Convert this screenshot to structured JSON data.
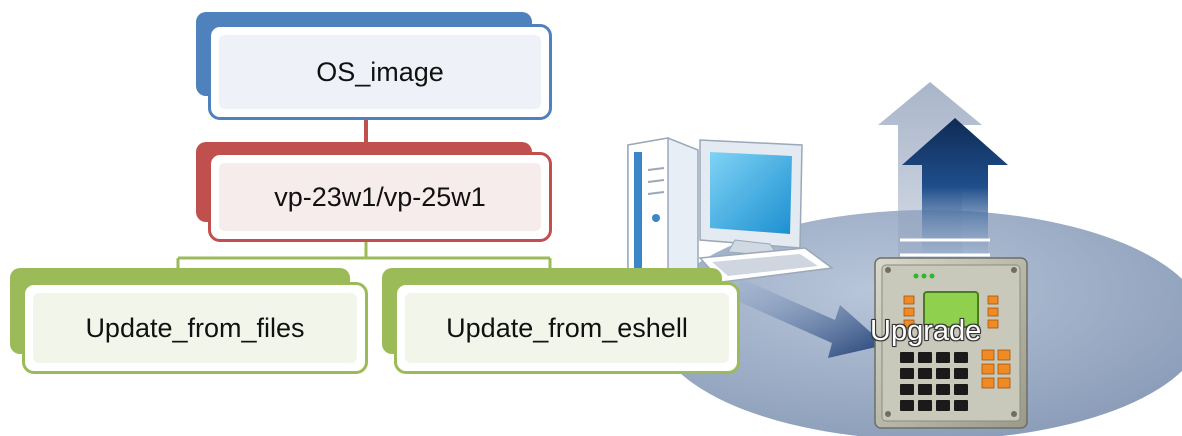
{
  "diagram": {
    "root": {
      "label": "OS_image"
    },
    "model": {
      "label": "vp-23w1/vp-25w1"
    },
    "children": [
      {
        "label": "Update_from_files"
      },
      {
        "label": "Update_from_eshell"
      }
    ]
  },
  "illustration": {
    "action_label": "Upgrade"
  },
  "colors": {
    "root": "#4f81bd",
    "model": "#c0504d",
    "children": "#9bbb59",
    "connector_root": "#c0504d",
    "connector_children": "#9bbb59",
    "ellipse": "#8497b0",
    "arrow": "#1f3864"
  }
}
